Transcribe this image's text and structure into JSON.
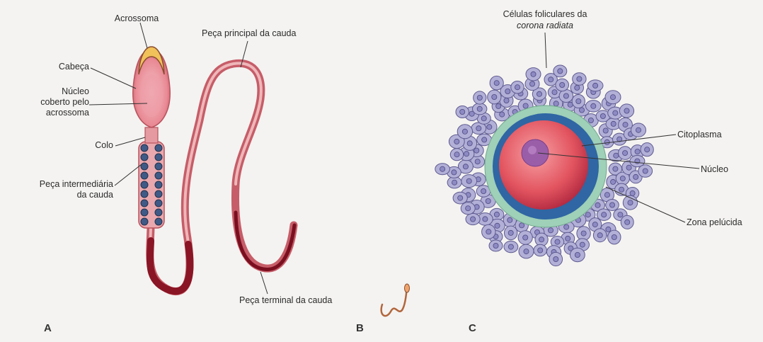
{
  "panels": {
    "a": "A",
    "b": "B",
    "c": "C"
  },
  "sperm_labels": {
    "acrosome": "Acrossoma",
    "head": "Cabeça",
    "nucleus_line1": "Núcleo",
    "nucleus_line2": "coberto pelo",
    "nucleus_line3": "acrossoma",
    "neck": "Colo",
    "middle_line1": "Peça intermediária",
    "middle_line2": "da cauda",
    "principal": "Peça principal da cauda",
    "terminal": "Peça terminal da cauda"
  },
  "oocyte_labels": {
    "follicular_line1": "Células foliculares da",
    "follicular_line2": "corona radiata",
    "cytoplasm": "Citoplasma",
    "nucleus": "Núcleo",
    "zona": "Zona pelúcida"
  },
  "colors": {
    "tail_light": "#e6a4a4",
    "tail_dark": "#8a1525",
    "mitochondria": "#3f5a86",
    "cell_fill": "#b3b0d8",
    "cell_nucleus": "#8d89c2",
    "zona": "#9fd0b8",
    "cytoplasm_ring": "#2f66a3",
    "oocyte": "#df5a63"
  }
}
